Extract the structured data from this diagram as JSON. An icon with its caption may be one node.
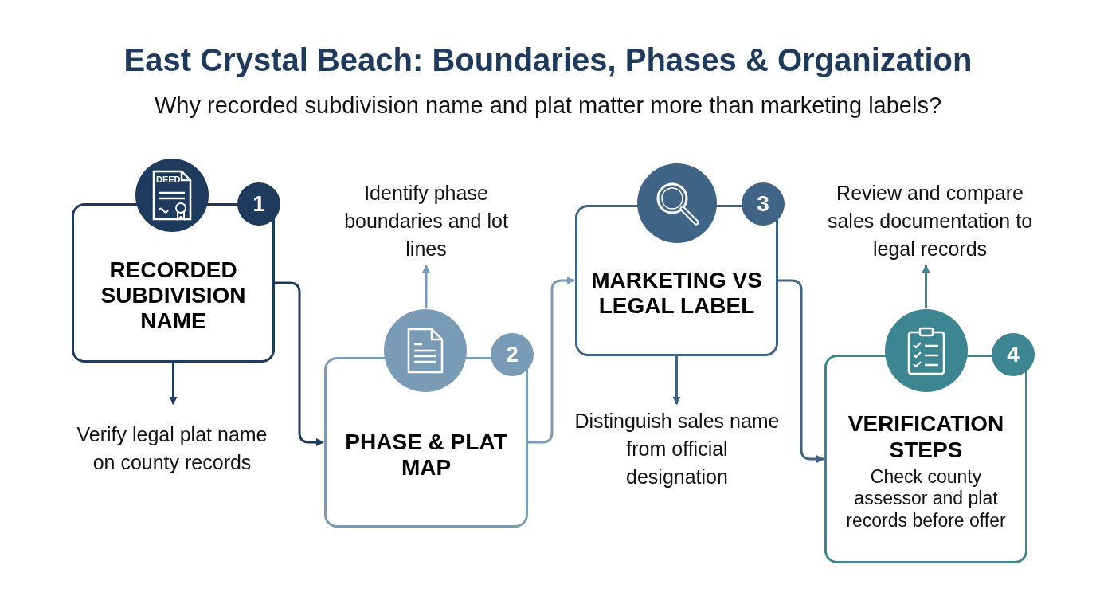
{
  "diagram": {
    "title": "East Crystal Beach: Boundaries, Phases & Organization",
    "caption": "Why recorded subdivision name and plat matter more than marketing labels?",
    "nodes": [
      {
        "text": [
          "RECORDED SUBDIVISION NAME"
        ]
      },
      {
        "text": [
          "1"
        ]
      },
      {
        "text": [
          "Verify legal plat name on county records"
        ]
      },
      {
        "text": [
          "PHASE & PLAT MAP"
        ]
      },
      {
        "text": [
          "2"
        ]
      },
      {
        "text": [
          "Identify phase boundaries and lot lines"
        ]
      },
      {
        "text": [
          "MARKETING VS LEGAL LABEL"
        ]
      },
      {
        "text": [
          "3"
        ]
      },
      {
        "text": [
          "Distinguish sales name from official designation"
        ]
      },
      {
        "text": [
          "VERIFICATION STEPS",
          "Check county assessor and plat records before offer"
        ]
      },
      {
        "text": [
          "4"
        ]
      },
      {
        "text": [
          "Review and compare sales documentation to legal records"
        ]
      }
    ],
    "edges": [
      {
        "from": 0,
        "to": 2,
        "arrow": "to",
        "color": "#1e3a5c"
      },
      {
        "from": 0,
        "to": 3,
        "arrow": "to",
        "color": "#1e3a5c"
      },
      {
        "from": 3,
        "to": 5,
        "arrow": "to",
        "color": "#7a9bb5"
      },
      {
        "from": 3,
        "to": 6,
        "arrow": "to",
        "color": "#7a9bb5"
      },
      {
        "from": 6,
        "to": 8,
        "arrow": "to",
        "color": "#3f6485"
      },
      {
        "from": 6,
        "to": 9,
        "arrow": "to",
        "color": "#3f6485"
      },
      {
        "from": 9,
        "to": 11,
        "arrow": "to",
        "color": "#3d8590"
      }
    ],
    "labels": [
      "DEED"
    ]
  }
}
